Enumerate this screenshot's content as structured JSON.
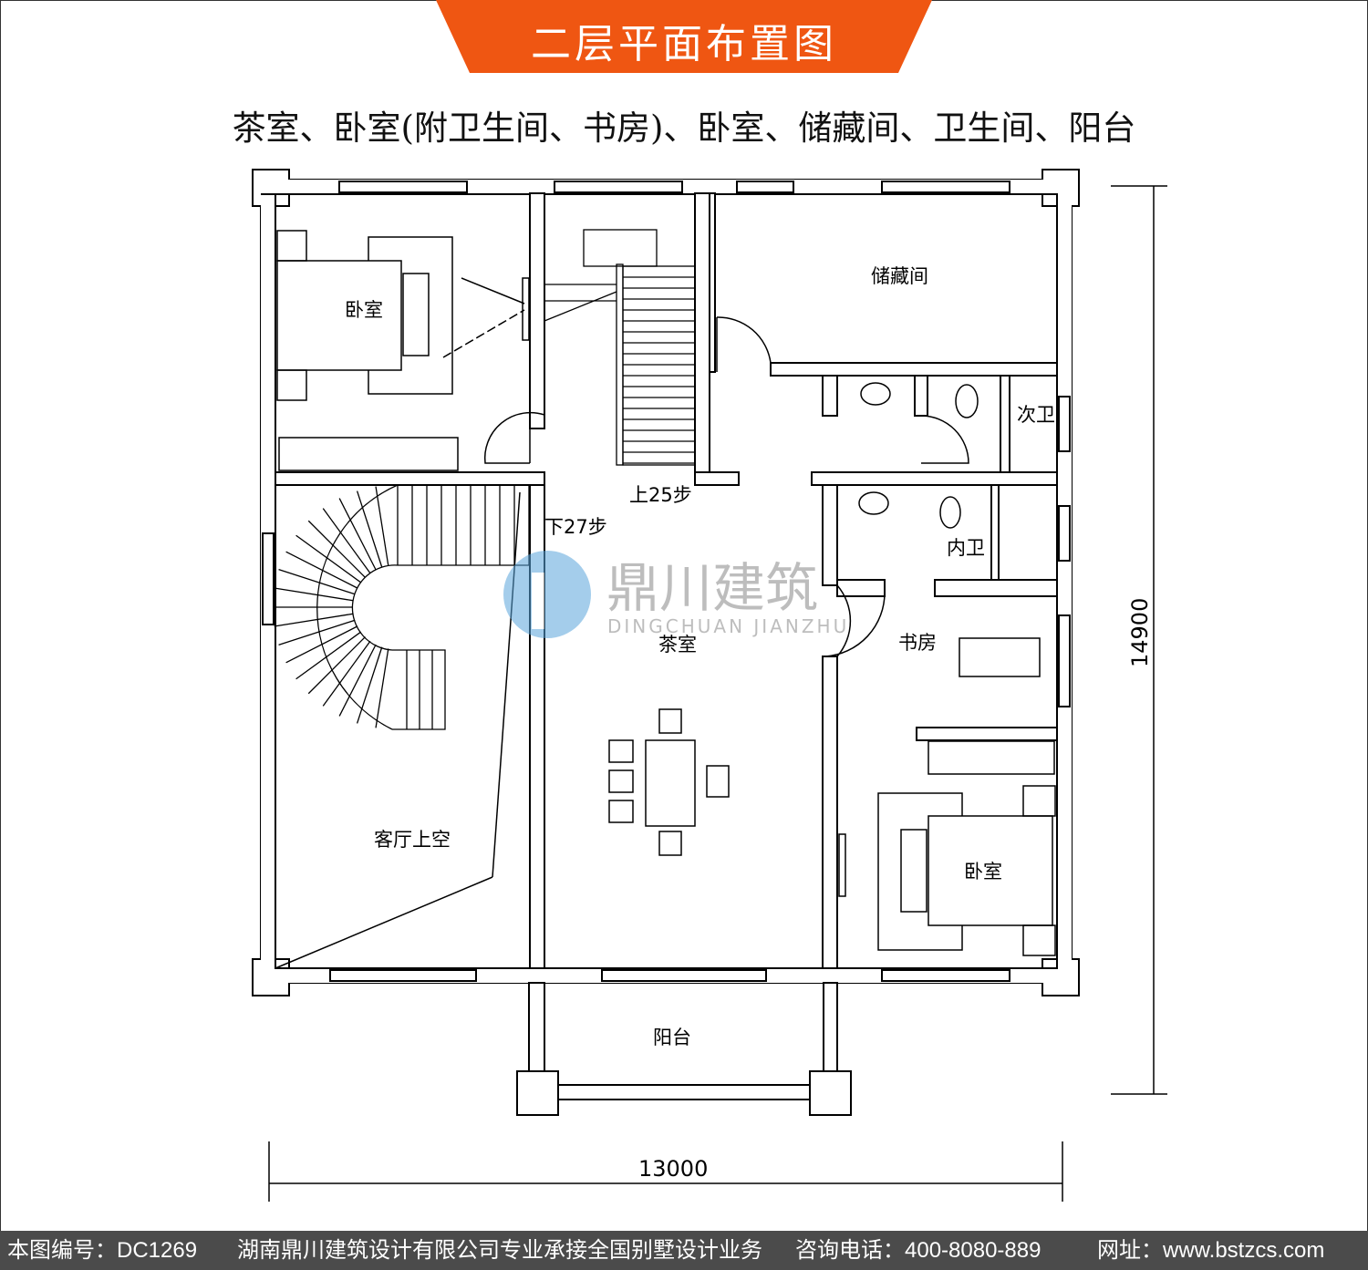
{
  "header": {
    "title": "二层平面布置图",
    "subtitle": "茶室、卧室(附卫生间、书房)、卧室、储藏间、卫生间、阳台",
    "accent_color": "#ef5612"
  },
  "rooms": {
    "bedroom_1": "卧室",
    "storage": "储藏间",
    "second_bath": "次卫",
    "inner_bath": "内卫",
    "study": "书房",
    "tea_room": "茶室",
    "living_void": "客厅上空",
    "bedroom_2": "卧室",
    "balcony": "阳台"
  },
  "stairs": {
    "up": "上25步",
    "down": "下27步"
  },
  "dimensions": {
    "depth": "14900",
    "width": "13000"
  },
  "watermark": {
    "name": "鼎川建筑",
    "pinyin": "DINGCHUAN JIANZHU"
  },
  "footer": {
    "drawing_no": "本图编号：DC1269",
    "company": "湖南鼎川建筑设计有限公司专业承接全国别墅设计业务",
    "phone": "咨询电话：400-8080-889",
    "website": "网址：www.bstzcs.com"
  }
}
